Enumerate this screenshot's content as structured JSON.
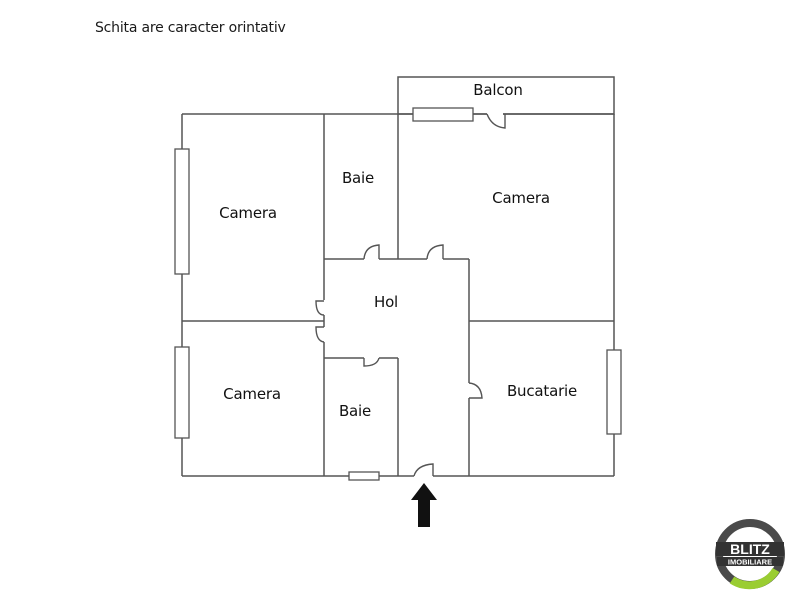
{
  "caption": "Schita are caracter orintativ",
  "rooms": [
    {
      "id": "balcon",
      "label": "Balcon"
    },
    {
      "id": "camera-top-left",
      "label": "Camera"
    },
    {
      "id": "baie-top",
      "label": "Baie"
    },
    {
      "id": "camera-top-right",
      "label": "Camera"
    },
    {
      "id": "hol",
      "label": "Hol"
    },
    {
      "id": "camera-bottom-left",
      "label": "Camera"
    },
    {
      "id": "baie-bottom",
      "label": "Baie"
    },
    {
      "id": "bucatarie",
      "label": "Bucatarie"
    }
  ],
  "entrance": {
    "icon": "arrow-up-icon"
  },
  "logo": {
    "brand": "BLITZ",
    "sub": "IMOBILIARE",
    "ring_color": "#4a4a4a",
    "accent_color": "#9acd32"
  },
  "colors": {
    "wall": "#555555",
    "text": "#111111",
    "background": "#ffffff"
  }
}
